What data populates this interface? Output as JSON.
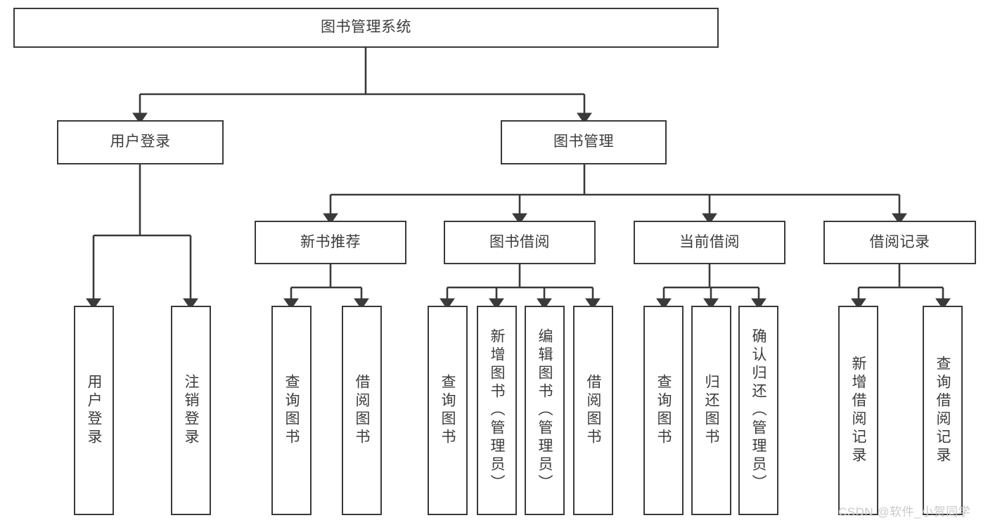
{
  "diagram": {
    "type": "tree-hierarchy",
    "title": "图书管理系统",
    "orientation": "top-down",
    "levels": 4,
    "root": {
      "id": "root",
      "label": "图书管理系统"
    },
    "level2": [
      {
        "id": "user-login",
        "label": "用户登录"
      },
      {
        "id": "book-manage",
        "label": "图书管理"
      }
    ],
    "level3": [
      {
        "id": "new-book-recommend",
        "label": "新书推荐",
        "parent": "book-manage"
      },
      {
        "id": "book-borrow",
        "label": "图书借阅",
        "parent": "book-manage"
      },
      {
        "id": "current-borrow",
        "label": "当前借阅",
        "parent": "book-manage"
      },
      {
        "id": "borrow-record",
        "label": "借阅记录",
        "parent": "book-manage"
      }
    ],
    "leaves": [
      {
        "id": "leaf-user-login",
        "label": "用户登录",
        "parent": "user-login"
      },
      {
        "id": "leaf-user-logout",
        "label": "注销登录",
        "parent": "user-login"
      },
      {
        "id": "leaf-query-book-1",
        "label": "查询图书",
        "parent": "new-book-recommend"
      },
      {
        "id": "leaf-borrow-book-1",
        "label": "借阅图书",
        "parent": "new-book-recommend"
      },
      {
        "id": "leaf-query-book-2",
        "label": "查询图书",
        "parent": "book-borrow"
      },
      {
        "id": "leaf-add-book",
        "label": "新增图书（管理员）",
        "parent": "book-borrow"
      },
      {
        "id": "leaf-edit-book",
        "label": "编辑图书（管理员）",
        "parent": "book-borrow"
      },
      {
        "id": "leaf-borrow-book-2",
        "label": "借阅图书",
        "parent": "book-borrow"
      },
      {
        "id": "leaf-query-book-3",
        "label": "查询图书",
        "parent": "current-borrow"
      },
      {
        "id": "leaf-return-book",
        "label": "归还图书",
        "parent": "current-borrow"
      },
      {
        "id": "leaf-confirm-return",
        "label": "确认归还（管理员）",
        "parent": "current-borrow"
      },
      {
        "id": "leaf-add-record",
        "label": "新增借阅记录",
        "parent": "borrow-record"
      },
      {
        "id": "leaf-query-record",
        "label": "查询借阅记录",
        "parent": "borrow-record"
      }
    ],
    "colors": {
      "stroke": "#3a3a3a",
      "text": "#3c3c3c",
      "background": "#ffffff",
      "watermark": "#c9c9c9"
    }
  },
  "watermark": {
    "text": "CSDN @软件_小贺同学"
  }
}
